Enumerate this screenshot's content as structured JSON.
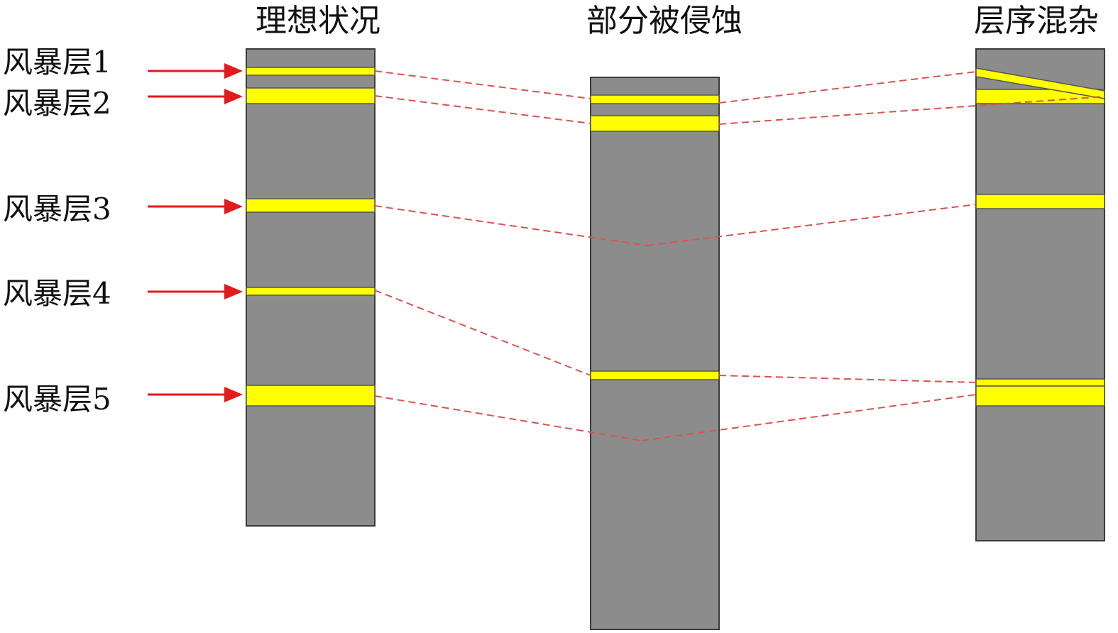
{
  "columns": [
    {
      "id": "ideal",
      "title": "理想状况"
    },
    {
      "id": "eroded",
      "title": "部分被侵蚀"
    },
    {
      "id": "mixed",
      "title": "层序混杂"
    }
  ],
  "storm_layers": [
    {
      "id": 1,
      "label": "风暴层1"
    },
    {
      "id": 2,
      "label": "风暴层2"
    },
    {
      "id": 3,
      "label": "风暴层3"
    },
    {
      "id": 4,
      "label": "风暴层4"
    },
    {
      "id": 5,
      "label": "风暴层5"
    }
  ],
  "colors": {
    "column_fill": "#8c8c8c",
    "storm_layer_fill": "#ffff00",
    "arrow": "#e31b1b",
    "correlation_line": "#d9534f"
  }
}
